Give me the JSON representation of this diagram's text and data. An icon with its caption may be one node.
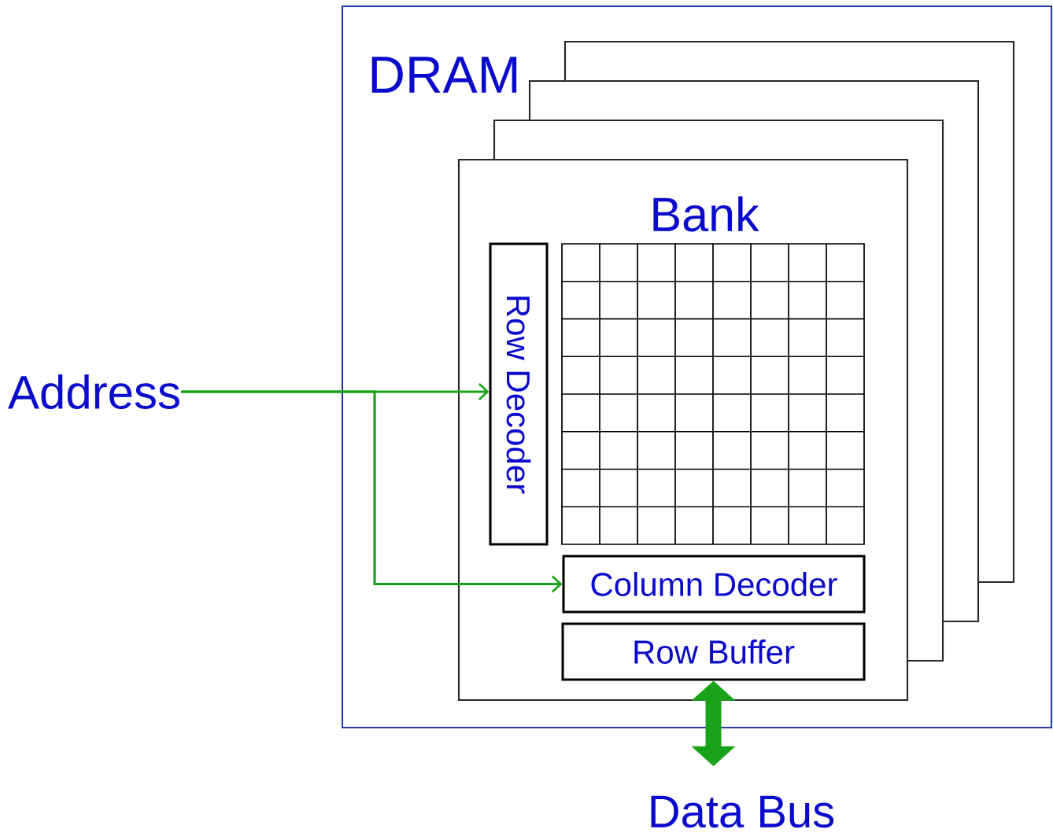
{
  "diagram": {
    "nodes": [
      {
        "text": [
          "DRAM"
        ]
      },
      {
        "text": [
          "Bank"
        ],
        "in": 0
      },
      {
        "text": [
          "Row Decoder"
        ],
        "in": 1
      },
      {
        "text": [
          "Column Decoder"
        ],
        "in": 1
      },
      {
        "text": [
          "Row Buffer"
        ],
        "in": 1
      },
      {
        "text": [
          "Address"
        ]
      },
      {
        "text": [
          "Data Bus"
        ]
      }
    ],
    "edges": [
      {
        "from": 5,
        "to": 2,
        "arrow": "to"
      },
      {
        "from": 5,
        "to": 3,
        "arrow": "to"
      },
      {
        "from": 4,
        "to": 6,
        "arrow": "both",
        "style": "thick"
      }
    ]
  }
}
